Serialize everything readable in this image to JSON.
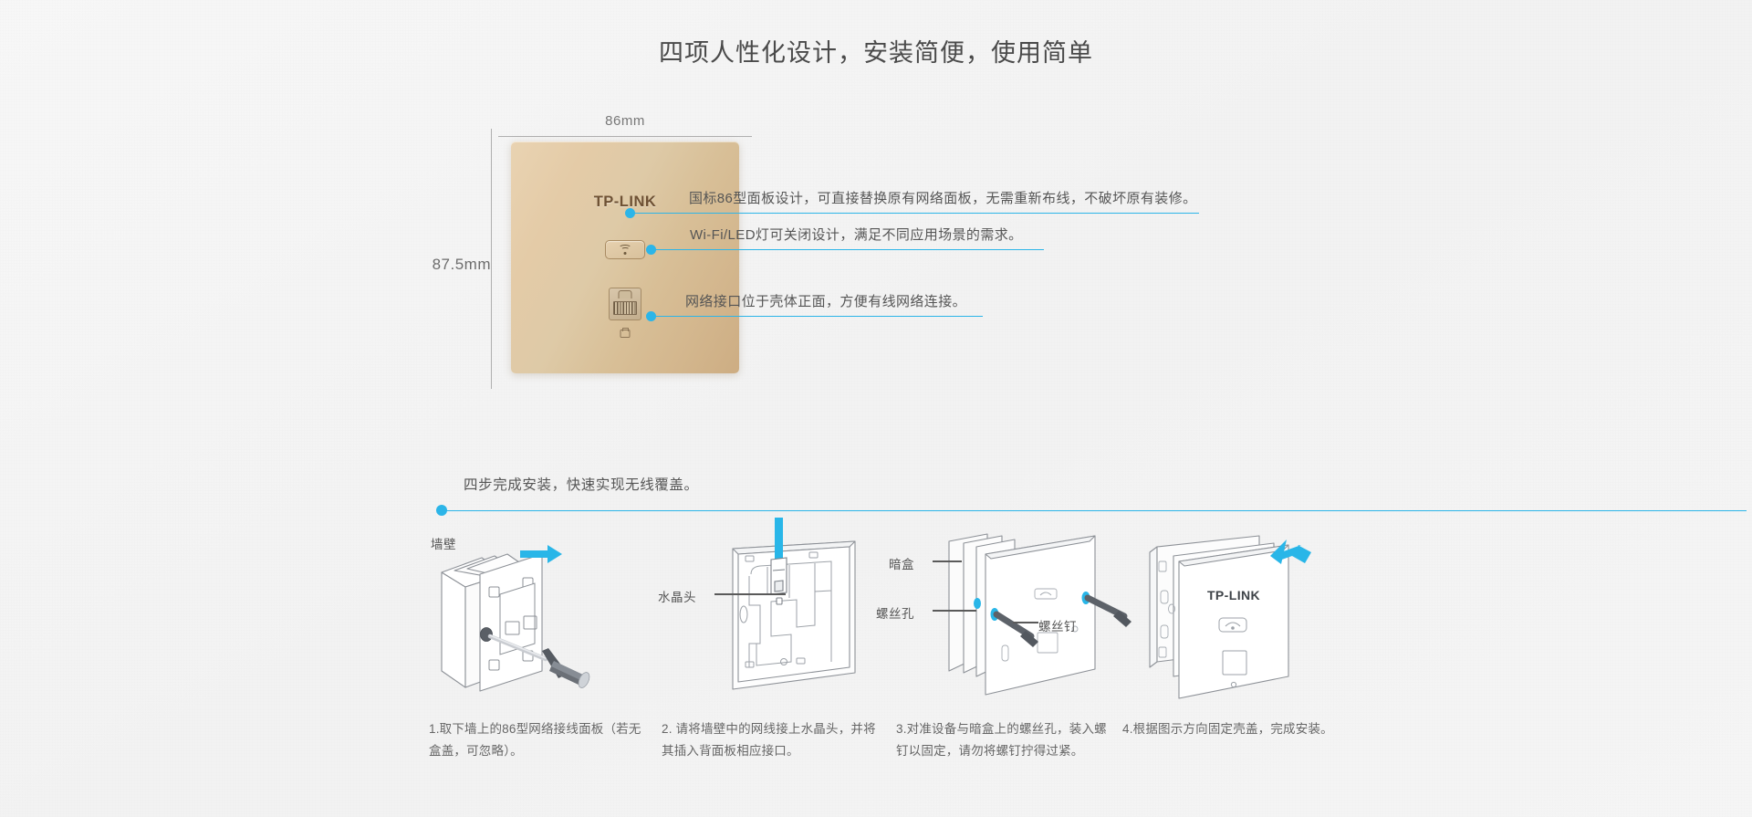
{
  "page": {
    "title": "四项人性化设计，安装简便，使用简单",
    "background_color": "#f4f4f4",
    "accent_color": "#2cb5e8",
    "panel_gold_light": "#e9d3b2",
    "panel_gold_dark": "#cdad83"
  },
  "device": {
    "brand": "TP-LINK",
    "width_label": "86mm",
    "height_label": "87.5mm",
    "led_button_icon": "wifi-icon",
    "port_icon": "rj45-port-icon"
  },
  "callouts": [
    {
      "id": "panel-standard",
      "text": "国标86型面板设计，可直接替换原有网络面板，无需重新布线，不破坏原有装修。"
    },
    {
      "id": "led-switchable",
      "text": "Wi-Fi/LED灯可关闭设计，满足不同应用场景的需求。"
    },
    {
      "id": "front-port",
      "text": "网络接口位于壳体正面，方便有线网络连接。"
    }
  ],
  "install": {
    "header": "四步完成安装，快速实现无线覆盖。",
    "steps": [
      {
        "index": "1",
        "caption": "1.取下墙上的86型网络接线面板（若无盒盖，可忽略）。",
        "labels": [
          "墙壁"
        ]
      },
      {
        "index": "2",
        "caption": "2. 请将墙壁中的网线接上水晶头，并将其插入背面板相应接口。",
        "labels": [
          "水晶头"
        ]
      },
      {
        "index": "3",
        "caption": " 3.对准设备与暗盒上的螺丝孔，装入螺钉以固定，请勿将螺钉拧得过紧。",
        "labels": [
          "暗盒",
          "螺丝孔",
          "螺丝钉"
        ]
      },
      {
        "index": "4",
        "caption": "4.根据图示方向固定壳盖，完成安装。",
        "labels": [],
        "brand": "TP-LINK"
      }
    ]
  }
}
